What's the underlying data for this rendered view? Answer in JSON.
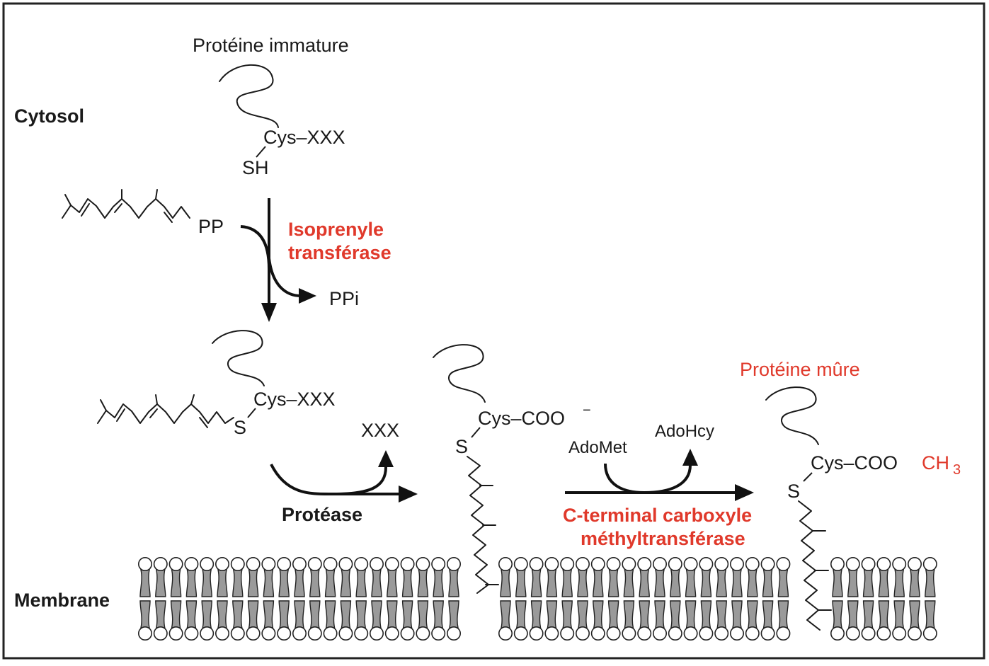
{
  "regions": {
    "cytosol": "Cytosol",
    "membrane": "Membrane"
  },
  "immature": {
    "title": "Protéine immature",
    "residue": "Cys–XXX",
    "thiol": "SH"
  },
  "step1": {
    "substrate": "PP",
    "enzyme_line1": "Isoprenyle",
    "enzyme_line2": "transférase",
    "product": "PPi"
  },
  "intermediate1": {
    "residue": "Cys–XXX",
    "sulfur": "S"
  },
  "step2": {
    "released": "XXX",
    "enzyme": "Protéase"
  },
  "intermediate2": {
    "residue": "Cys–COO",
    "charge": "−",
    "sulfur": "S"
  },
  "step3": {
    "donor": "AdoMet",
    "product": "AdoHcy",
    "enzyme_line1": "C-terminal carboxyle",
    "enzyme_line2": "méthyltransférase"
  },
  "mature": {
    "title": "Protéine mûre",
    "residue": "Cys–COO",
    "methyl": "CH",
    "methyl_subscript": "3",
    "sulfur": "S"
  },
  "colors": {
    "highlight": "#e0392b",
    "text": "#1a1a1a",
    "lipid_tail": "#9a9a9a"
  }
}
